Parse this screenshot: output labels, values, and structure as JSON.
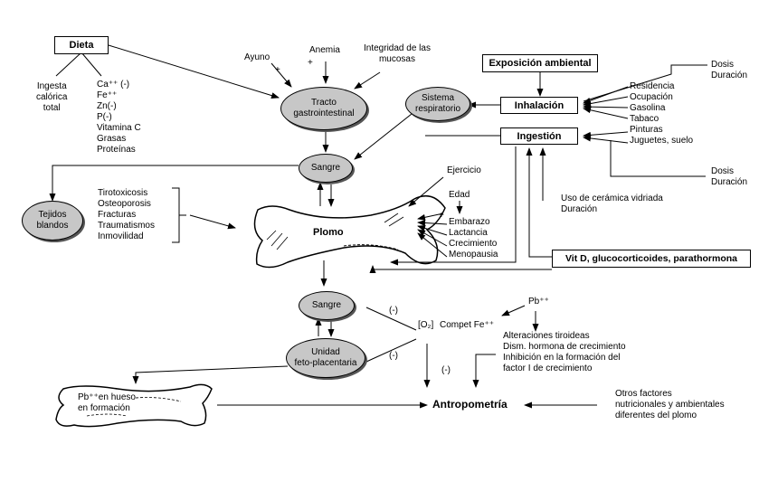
{
  "dieta": {
    "title": "Dieta",
    "ingesta": "Ingesta\ncalórica\ntotal",
    "nutrients": [
      "Ca⁺⁺ (-)",
      "Fe⁺⁺",
      "Zn(-)",
      "P(-)",
      "Vitamina C",
      "Grasas",
      "Proteínas"
    ]
  },
  "tracto": {
    "label": "Tracto\ngastrointestinal",
    "ayuno": "Ayuno",
    "ayuno_sign": "+",
    "anemia": "Anemia",
    "anemia_sign": "+",
    "integridad": "Integridad de las\nmucosas"
  },
  "respiratorio": "Sistema\nrespiratorio",
  "exposicion": {
    "title": "Exposición ambiental",
    "inhalacion": "Inhalación",
    "ingestion": "Ingestión",
    "sources": [
      "Residencia",
      "Ocupación",
      "Gasolina",
      "Tabaco",
      "Pinturas",
      "Juguetes, suelo"
    ],
    "dosis_top": "Dosis\nDuración",
    "dosis_bottom": "Dosis\nDuración",
    "ceramica": "Uso de cerámica vidriada\nDuración",
    "vitd": "Vit D, glucocorticoides, parathormona"
  },
  "sangre_top": "Sangre",
  "tejidos": "Tejidos\nblandos",
  "conditions": [
    "Tirotoxicosis",
    "Osteoporosis",
    "Fracturas",
    "Traumatismos",
    "Inmovilidad"
  ],
  "plomo": "Plomo",
  "ejercicio": "Ejercicio",
  "edad": "Edad",
  "edad_sign": "+",
  "states": [
    "Embarazo",
    "Lactancia",
    "Crecimiento",
    "Menopausia"
  ],
  "sangre_bottom": "Sangre",
  "feto": "Unidad\nfeto-placentaria",
  "neg": [
    "(-)",
    "(-)",
    "(-)"
  ],
  "compet": {
    "o2": "[O₂]",
    "fe": "Compet Fe⁺⁺"
  },
  "pb": "Pb⁺⁺",
  "alteraciones": "Alteraciones tiroideas\nDism. hormona de crecimiento\nInhibición en la formación del\nfactor I de crecimiento",
  "hueso": "Pb⁺⁺en hueso\nen formación",
  "antropometria": "Antropometría",
  "otros": "Otros factores\nnutricionales y ambientales\ndiferentes del plomo"
}
